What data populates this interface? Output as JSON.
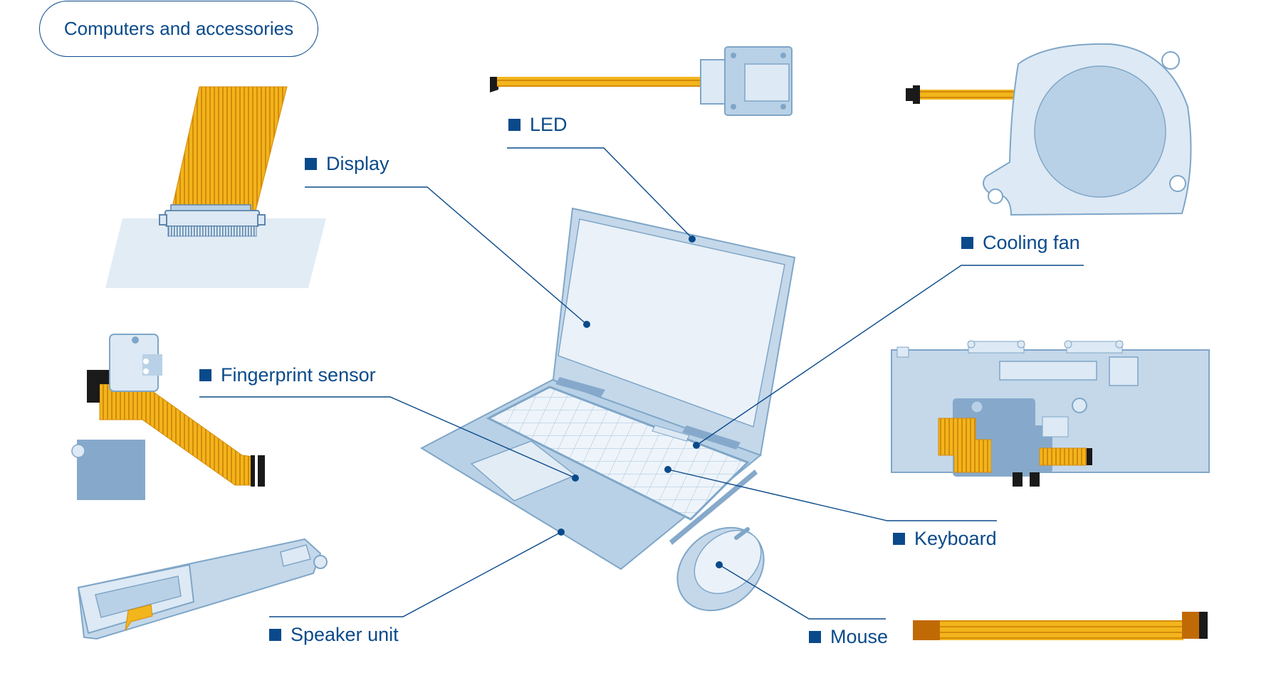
{
  "category_tag": "Computers and accessories",
  "callouts": {
    "led": "LED",
    "display": "Display",
    "cooling_fan": "Cooling fan",
    "fingerprint_sensor": "Fingerprint sensor",
    "keyboard": "Keyboard",
    "speaker_unit": "Speaker unit",
    "mouse": "Mouse"
  },
  "colors": {
    "accent": "#0a4a8a",
    "part_fill": "#b9d1e6",
    "part_fill_light": "#dde9f4",
    "part_stroke": "#7fa6c8",
    "flex_cable": "#f2b51c",
    "flex_cable_dark": "#d48a0a"
  }
}
